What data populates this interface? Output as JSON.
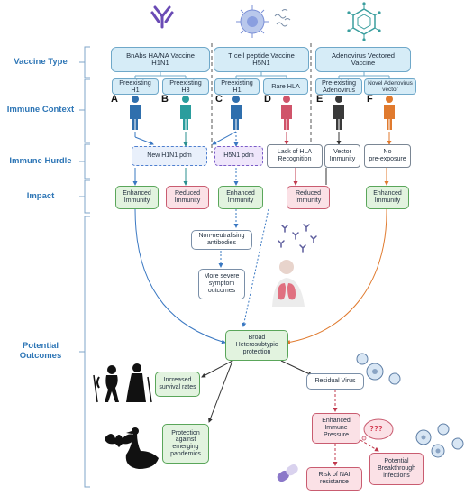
{
  "sections": {
    "vaccine_type": "Vaccine Type",
    "immune_context": "Immune Context",
    "immune_hurdle": "Immune Hurdle",
    "impact": "Impact",
    "potential_outcomes_1": "Potential",
    "potential_outcomes_2": "Outcomes"
  },
  "vaccines": [
    {
      "line1": "BnAbs HA/NA Vaccine",
      "line2": "H1N1"
    },
    {
      "line1": "T cell peptide Vaccine",
      "line2": "H5N1"
    },
    {
      "line1": "Adenovirus Vectored",
      "line2": "Vaccine"
    }
  ],
  "contexts": [
    {
      "letter": "A",
      "line1": "Preexisting",
      "line2": "H1"
    },
    {
      "letter": "B",
      "line1": "Preexisting",
      "line2": "H3"
    },
    {
      "letter": "C",
      "line1": "Preexisting",
      "line2": "H1"
    },
    {
      "letter": "D",
      "line1": "Rare HLA",
      "line2": ""
    },
    {
      "letter": "E",
      "line1": "Pre-existing",
      "line2": "Adenovirus"
    },
    {
      "letter": "F",
      "line1": "Novel Adenovirus",
      "line2": "vector"
    }
  ],
  "hurdles": {
    "new_h1n1": "New H1N1 pdm",
    "h5n1": "H5N1 pdm",
    "hla_line1": "Lack of HLA",
    "hla_line2": "Recognition",
    "vector_line1": "Vector",
    "vector_line2": "Immunity",
    "nopre_line1": "No",
    "nopre_line2": "pre-exposure"
  },
  "impacts": [
    {
      "line1": "Enhanced",
      "line2": "Immunity",
      "tone": "green"
    },
    {
      "line1": "Reduced",
      "line2": "Immunity",
      "tone": "pink"
    },
    {
      "line1": "Enhanced",
      "line2": "Immunity",
      "tone": "green"
    },
    {
      "line1": "Reduced",
      "line2": "Immunity",
      "tone": "pink"
    },
    {
      "line1": "Enhanced",
      "line2": "Immunity",
      "tone": "green"
    }
  ],
  "outcomes": {
    "non_neut_line1": "Non-neutralising",
    "non_neut_line2": "antibodies",
    "severe_line1": "More severe",
    "severe_line2": "symptom",
    "severe_line3": "outcomes",
    "broad_line1": "Broad",
    "broad_line2": "Heterosubtypic",
    "broad_line3": "protection",
    "survival_line1": "Increased",
    "survival_line2": "survival rates",
    "pandemic_line1": "Protection",
    "pandemic_line2": "against",
    "pandemic_line3": "emerging",
    "pandemic_line4": "pandemics",
    "residual": "Residual Virus",
    "pressure_line1": "Enhanced",
    "pressure_line2": "Immune",
    "pressure_line3": "Pressure",
    "question": "???",
    "nai_line1": "Risk of NAI",
    "nai_line2": "resistance",
    "breakthrough_line1": "Potential",
    "breakthrough_line2": "Breakthrough",
    "breakthrough_line3": "infections"
  },
  "colors": {
    "section_label": "#2e76b6",
    "blue_arrow": "#3a78c2",
    "orange_arrow": "#e07a2e",
    "red_arrow": "#c0394d",
    "green_border": "#5aa65a",
    "pink_border": "#c95c70"
  },
  "icons": [
    "antibody-icon",
    "t-cell-icon",
    "adenovirus-icon",
    "person-icon",
    "lungs-person-icon",
    "elderly-couple-icon",
    "bat-icon",
    "goose-icon",
    "virus-icon",
    "pill-icon",
    "thought-bubble-icon"
  ]
}
